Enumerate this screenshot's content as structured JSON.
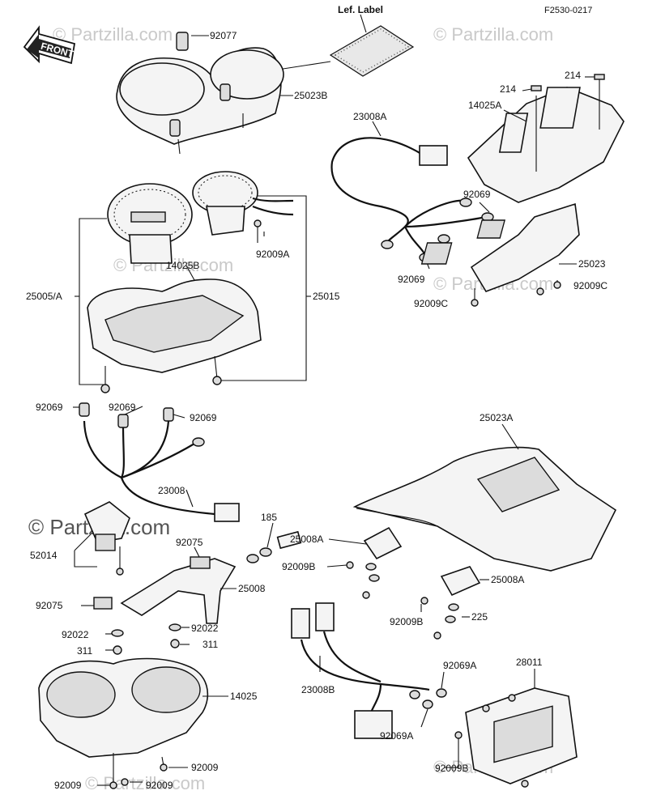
{
  "drawing_code": "F2530-0217",
  "front_label": "FRONT",
  "watermark": "© Partzilla.com",
  "watermark_short": "Partzilla.com",
  "colors": {
    "ink": "#111111",
    "paper": "#ffffff",
    "watermark": "#c9c9c9"
  },
  "labels": {
    "lef_label": "Lef. Label",
    "p92077": "92077",
    "p25023B": "25023B",
    "p23008A": "23008A",
    "p214_a": "214",
    "p214_b": "214",
    "p14025A": "14025A",
    "p92069_a": "92069",
    "p25023": "25023",
    "p92069C_a": "92009C",
    "p92069C_b": "92009C",
    "p92069_b": "92069",
    "p92009A": "92009A",
    "p14025B": "14025B",
    "p25005A": "25005/A",
    "p25015": "25015",
    "p92069_c": "92069",
    "p92069_d": "92069",
    "p92069_e": "92069",
    "p23008": "23008",
    "p25023A": "25023A",
    "p185": "185",
    "p52014": "52014",
    "p92075_a": "92075",
    "p25008A_a": "25008A",
    "p92009B_a": "92009B",
    "p25008": "25008",
    "p25008A_b": "25008A",
    "p92075_b": "92075",
    "p92022_a": "92022",
    "p92022_b": "92022",
    "p225": "225",
    "p311_a": "311",
    "p311_b": "311",
    "p92009B_b": "92009B",
    "p23008B": "23008B",
    "p92069A_a": "92069A",
    "p28011": "28011",
    "p14025": "14025",
    "p92069A_b": "92069A",
    "p92009_a": "92009",
    "p92009B_c": "92009B",
    "p92009_b": "92009",
    "p92009_c": "92009"
  }
}
